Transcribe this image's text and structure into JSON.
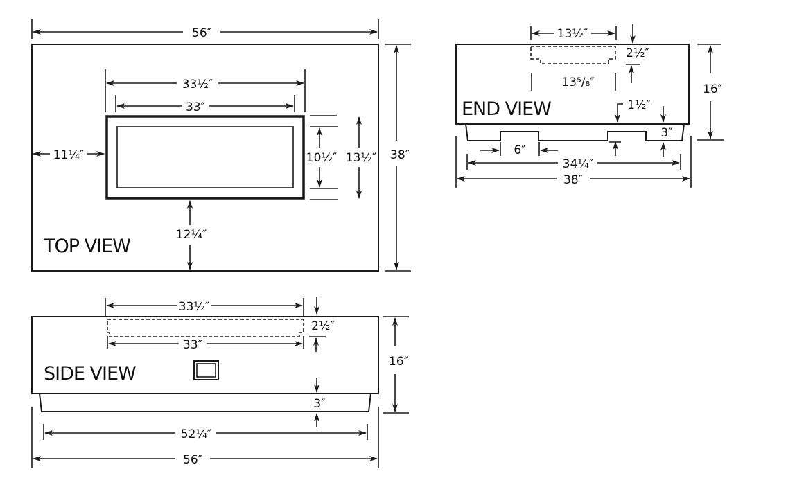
{
  "diagram": {
    "colors": {
      "line": "#1a1a1a",
      "background": "#ffffff"
    },
    "top_view": {
      "label": "TOP VIEW",
      "dims": {
        "overall_width": "56″",
        "overall_depth": "38″",
        "lid_outer_width": "33½″",
        "lid_inner_width": "33″",
        "left_offset": "11¼″",
        "lid_inner_depth": "10½″",
        "lid_outer_depth": "13½″",
        "front_offset": "12¼″"
      }
    },
    "end_view": {
      "label": "END VIEW",
      "dims": {
        "opening_top": "13½″",
        "opening_depth": "2½″",
        "opening_bottom": "13⁵/₈″",
        "height": "16″",
        "step": "1½″",
        "base_height": "3″",
        "notch_width": "6″",
        "base_width": "34¼″",
        "overall_width": "38″"
      }
    },
    "side_view": {
      "label": "SIDE VIEW",
      "dims": {
        "opening_top": "33½″",
        "opening_depth": "2½″",
        "opening_bottom": "33″",
        "height": "16″",
        "base_height": "3″",
        "base_length": "52¼″",
        "overall_length": "56″"
      }
    }
  }
}
